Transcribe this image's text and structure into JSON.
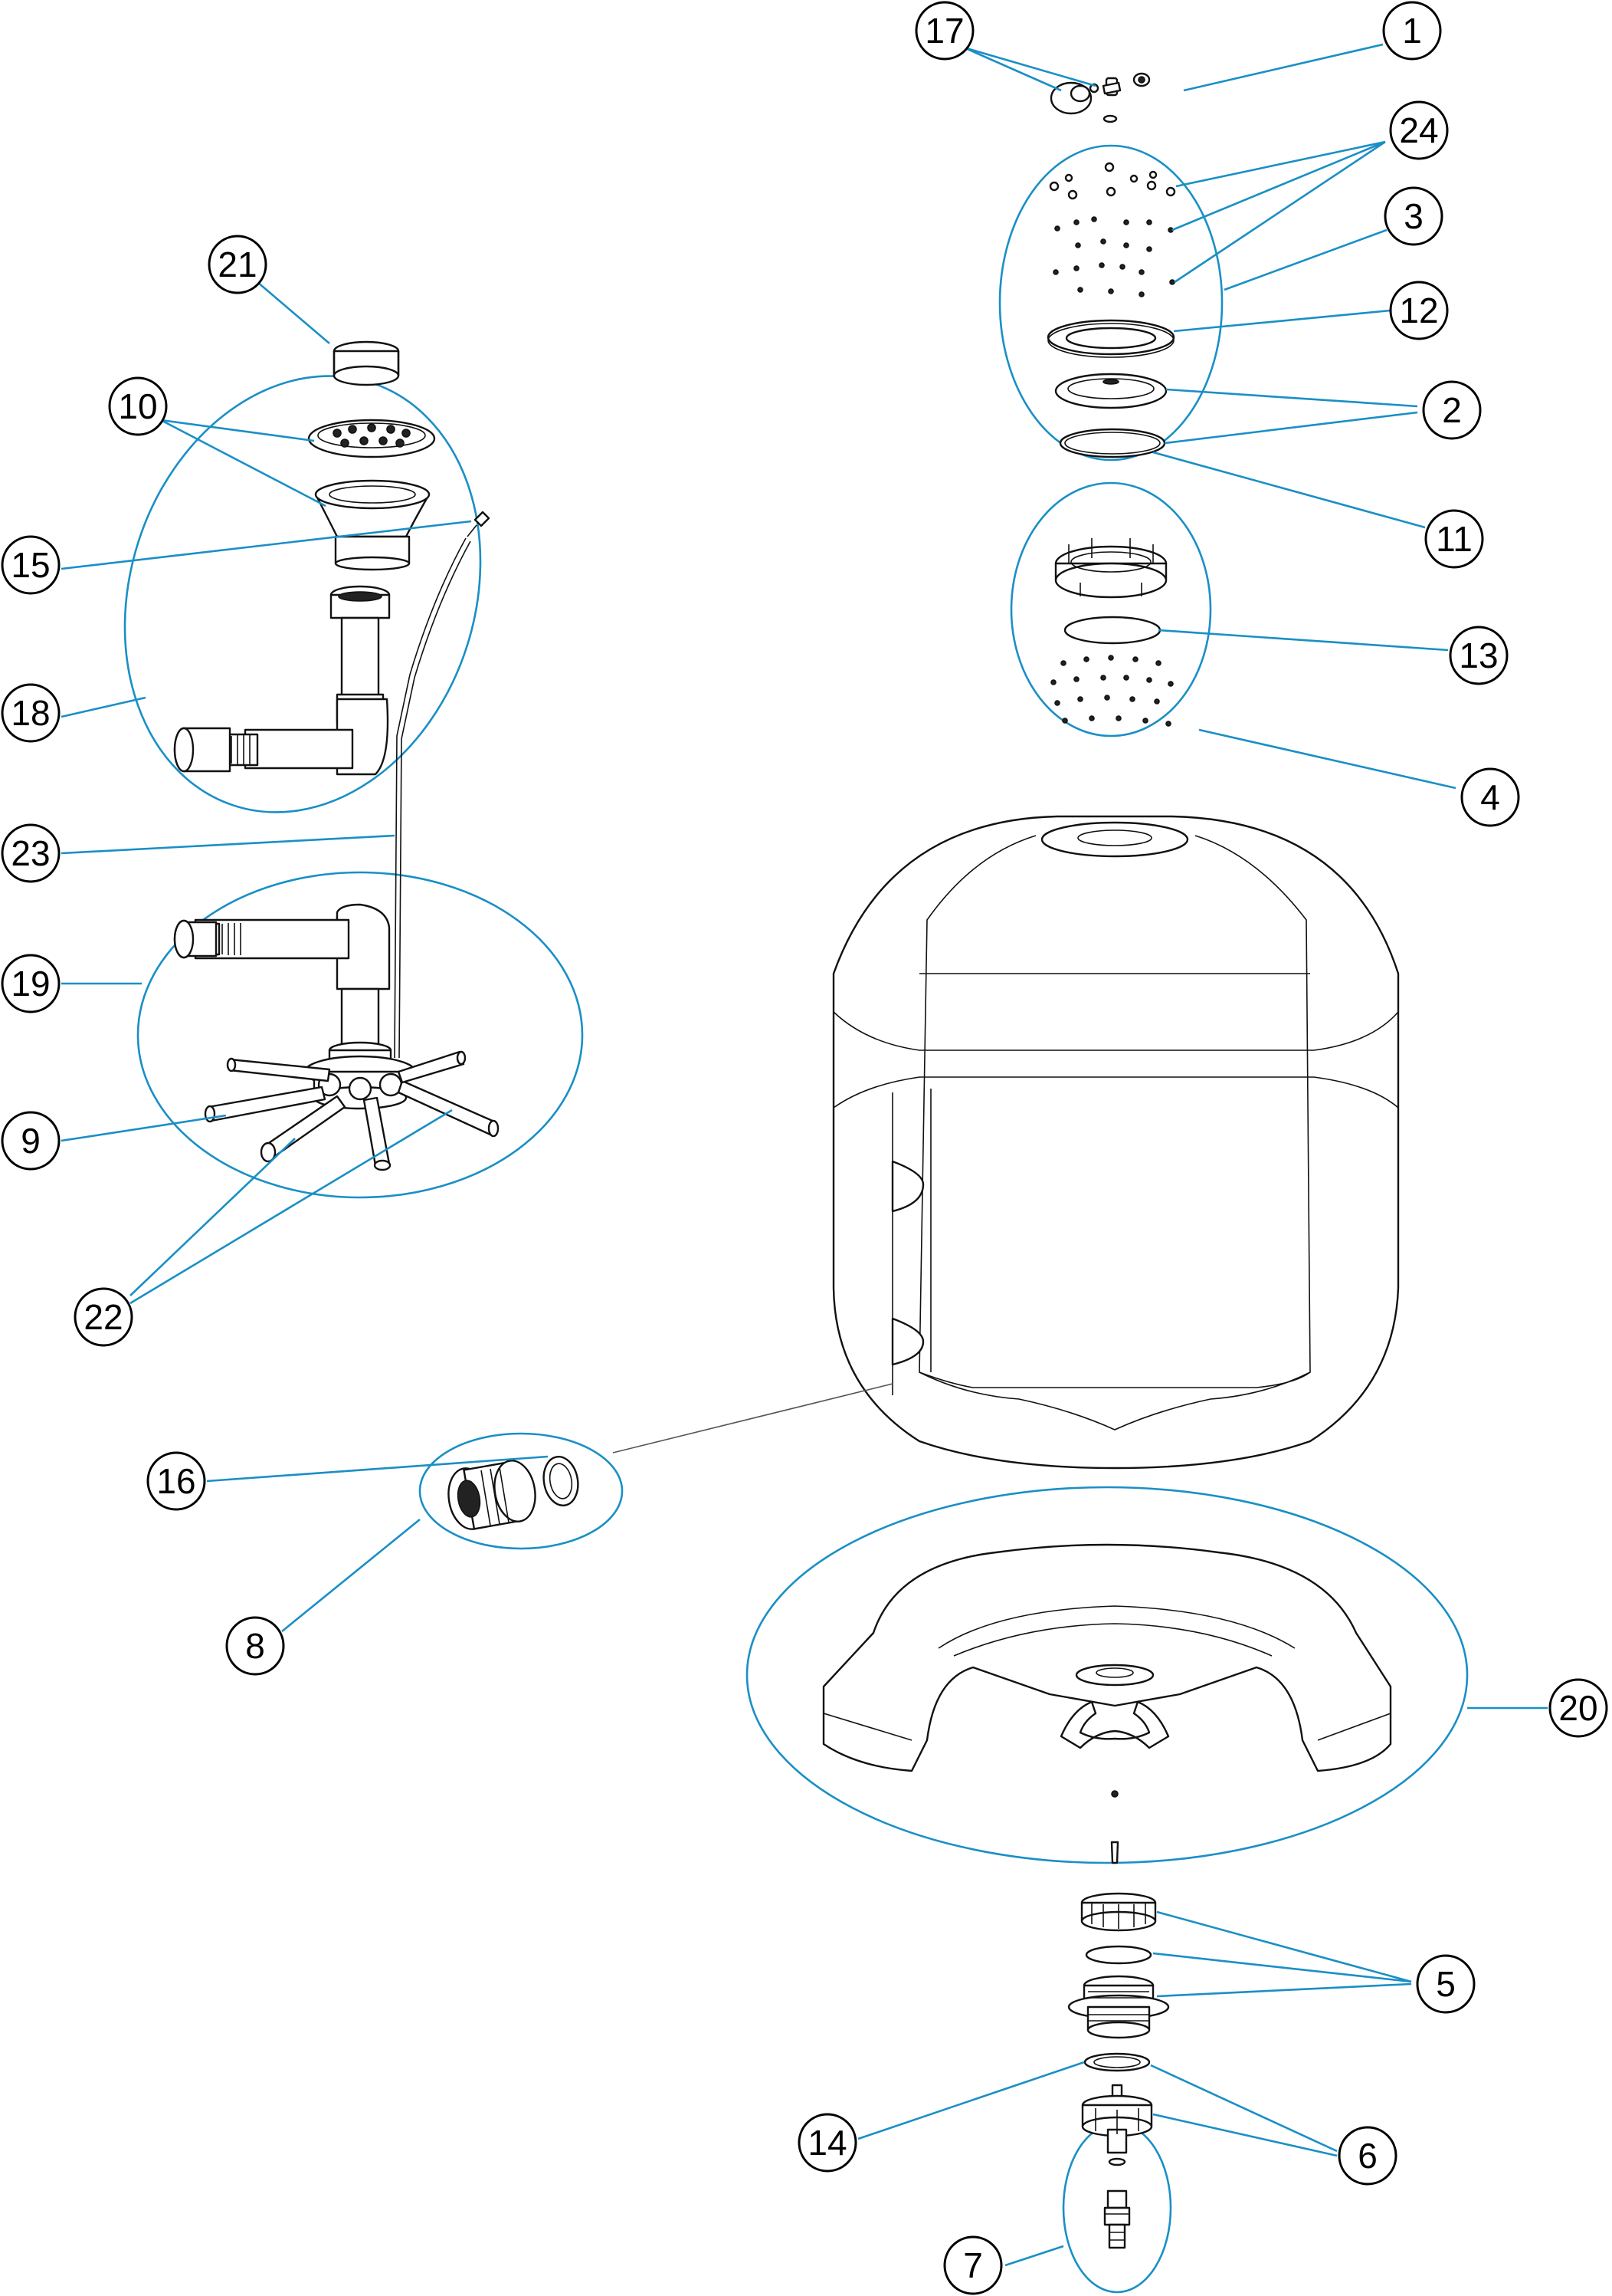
{
  "diagram": {
    "callouts": [
      "1",
      "2",
      "3",
      "4",
      "5",
      "6",
      "7",
      "8",
      "9",
      "10",
      "11",
      "12",
      "13",
      "14",
      "15",
      "16",
      "17",
      "18",
      "19",
      "20",
      "21",
      "22",
      "23",
      "24"
    ]
  },
  "colors": {
    "leader": "#1a8fc6",
    "line": "#111111",
    "background": "#ffffff"
  }
}
